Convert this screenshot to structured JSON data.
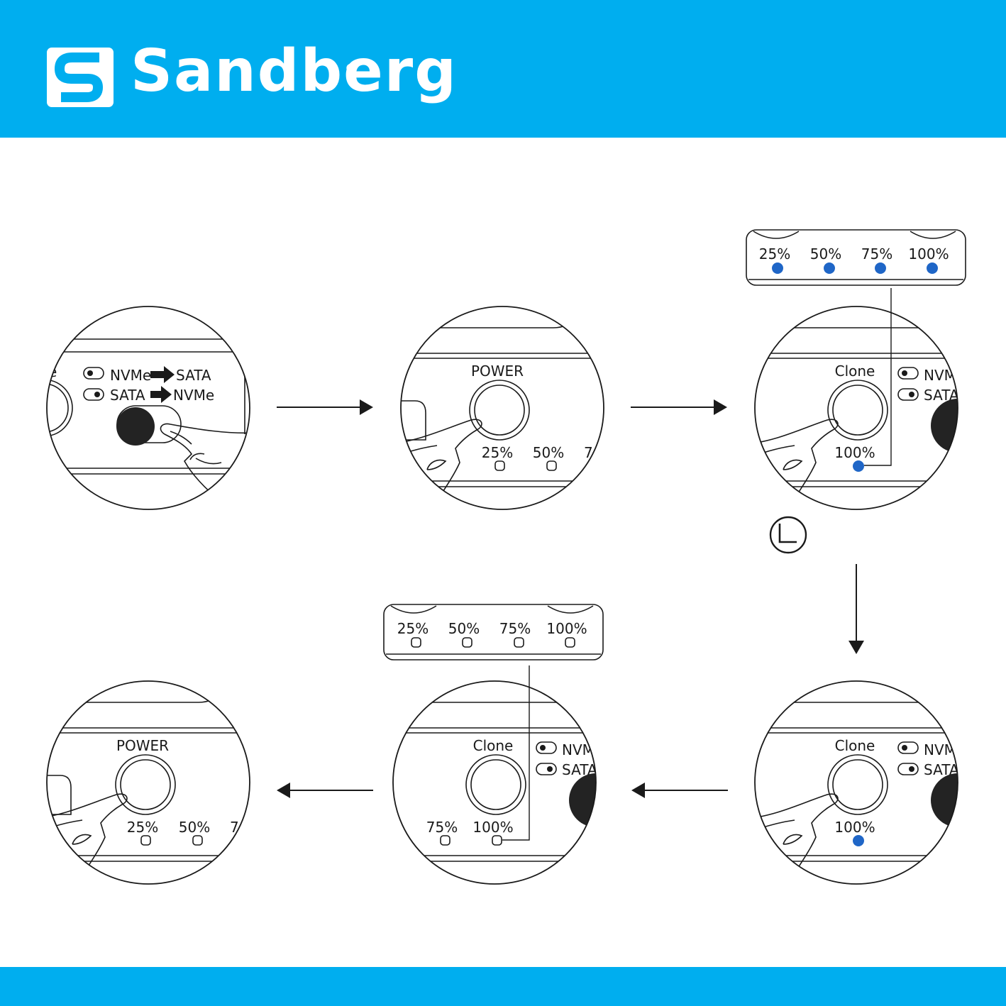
{
  "brand": {
    "name": "Sandberg",
    "registered": "®",
    "color": "#00aeef"
  },
  "colors": {
    "led_on": "#1f66c7",
    "line": "#1a1a1a",
    "button_dark": "#232323"
  },
  "icons": [
    "sandberg-logo-icon",
    "clock-icon",
    "finger-icon",
    "arrow-right-icon",
    "arrow-down-icon",
    "arrow-left-icon"
  ],
  "step1": {
    "mode_options": [
      {
        "source": "NVMe",
        "target": "SATA"
      },
      {
        "source": "SATA",
        "target": "NVMe"
      }
    ],
    "edge_fragment": "e"
  },
  "step2": {
    "power_label": "POWER",
    "led_labels": [
      "25%",
      "50%",
      "7"
    ]
  },
  "step3": {
    "clone_label": "Clone",
    "mode_labels": [
      "NVM",
      "SATA"
    ],
    "led_label": "100%",
    "led_state": "on",
    "zoom": {
      "labels": [
        "25%",
        "50%",
        "75%",
        "100%"
      ],
      "state": "all-on"
    }
  },
  "step4": {
    "clone_label": "Clone",
    "mode_labels": [
      "NVM",
      "SATA"
    ],
    "led_label": "100%",
    "led_state": "on"
  },
  "step5": {
    "clone_label": "Clone",
    "mode_labels": [
      "NVM",
      "SATA"
    ],
    "led_labels": [
      "75%",
      "100%"
    ],
    "led_state": "off",
    "zoom": {
      "labels": [
        "25%",
        "50%",
        "75%",
        "100%"
      ],
      "state": "all-off"
    }
  },
  "step6": {
    "power_label": "POWER",
    "led_labels": [
      "25%",
      "50%",
      "7"
    ]
  }
}
